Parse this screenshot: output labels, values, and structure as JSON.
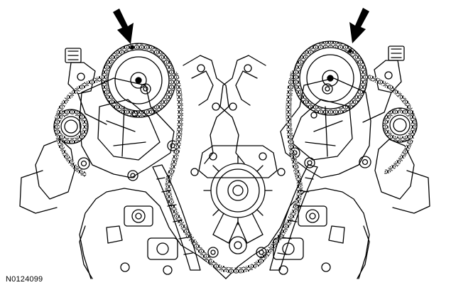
{
  "figure": {
    "id_label": "N0124099"
  },
  "colors": {
    "ink": "#000000",
    "paper": "#ffffff"
  },
  "parts": {
    "left_bank": [
      "cam-phaser-sprocket",
      "vct-solenoid",
      "chain-guide",
      "chain-tensioner"
    ],
    "right_bank": [
      "cam-phaser-sprocket",
      "vct-solenoid",
      "chain-guide",
      "chain-tensioner"
    ],
    "center": [
      "crankshaft-sprocket",
      "primary-timing-chain"
    ],
    "indicators": [
      "timing-mark-arrow-left",
      "timing-mark-arrow-right"
    ]
  }
}
